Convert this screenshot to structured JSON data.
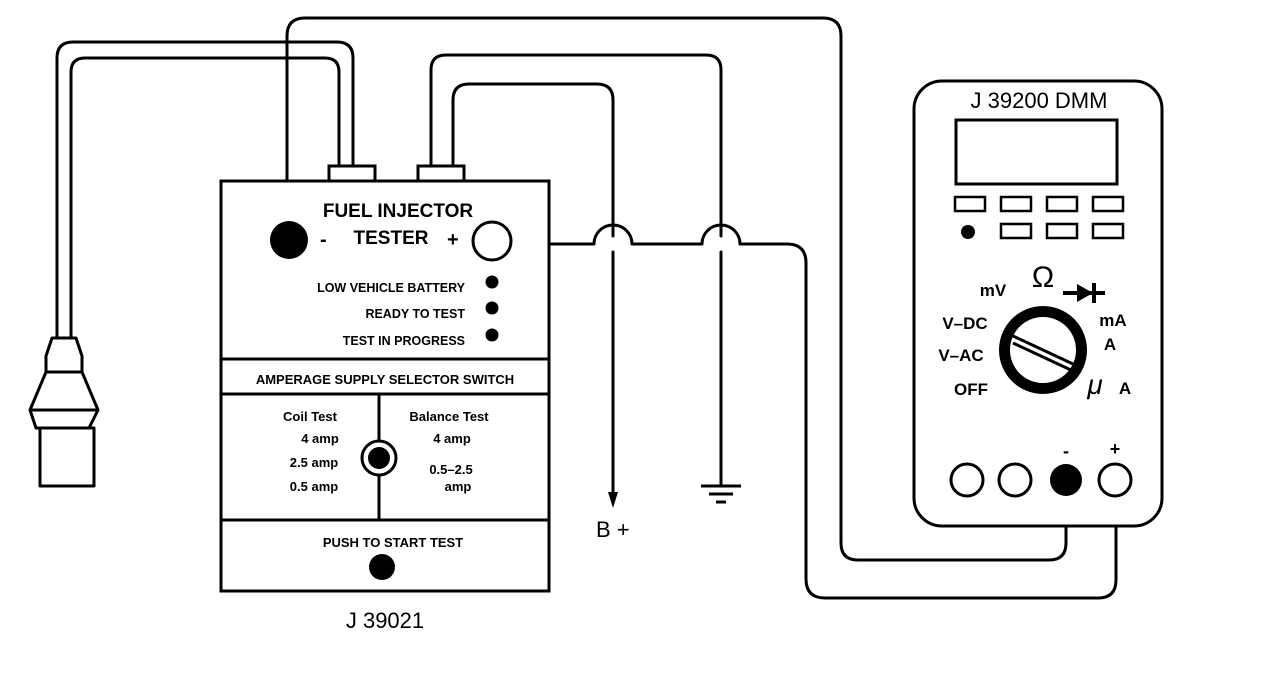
{
  "tester": {
    "title_line1": "FUEL INJECTOR",
    "title_line2": "TESTER",
    "minus_label": "-",
    "plus_label": "+",
    "indicators": [
      "LOW VEHICLE BATTERY",
      "READY TO TEST",
      "TEST IN PROGRESS"
    ],
    "selector_header": "AMPERAGE SUPPLY SELECTOR SWITCH",
    "coil_test": {
      "heading": "Coil Test",
      "values": [
        "4 amp",
        "2.5 amp",
        "0.5 amp"
      ]
    },
    "balance_test": {
      "heading": "Balance Test",
      "values": [
        "4 amp",
        "0.5–2.5",
        "amp"
      ]
    },
    "push_label": "PUSH TO START TEST",
    "model": "J 39021"
  },
  "dmm": {
    "title": "J 39200 DMM",
    "dial_labels": {
      "mv": "mV",
      "ohm": "Ω",
      "vdc": "V–DC",
      "vac": "V–AC",
      "off": "OFF",
      "ma": "mA",
      "a": "A",
      "mu": "μ",
      "ua_a": "A"
    },
    "jack_minus": "-",
    "jack_plus": "+"
  },
  "labels": {
    "bplus": "B +"
  }
}
